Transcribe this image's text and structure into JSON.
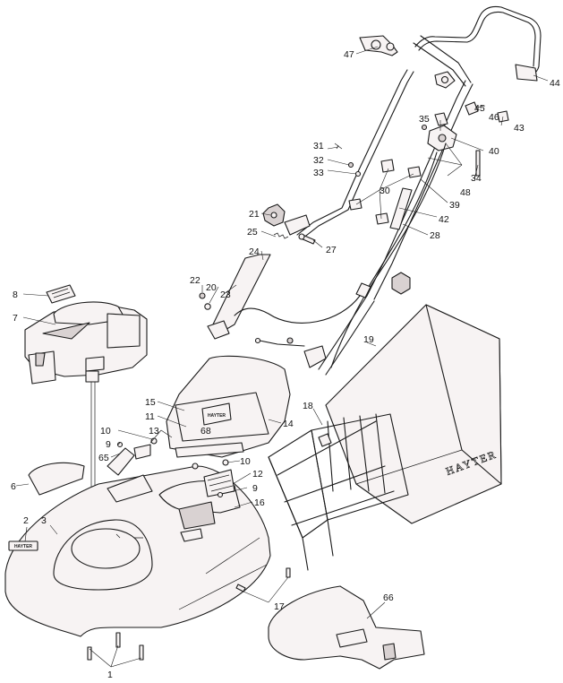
{
  "callouts": {
    "c1": "1",
    "c2": "2",
    "c3": "3",
    "c6": "6",
    "c7": "7",
    "c8": "8",
    "c9a": "9",
    "c9b": "9",
    "c10a": "10",
    "c10b": "10",
    "c11": "11",
    "c12": "12",
    "c13": "13",
    "c14": "14",
    "c15": "15",
    "c16": "16",
    "c17": "17",
    "c18": "18",
    "c19": "19",
    "c20": "20",
    "c21": "21",
    "c22": "22",
    "c23": "23",
    "c24": "24",
    "c25": "25",
    "c27": "27",
    "c28": "28",
    "c30": "30",
    "c31": "31",
    "c32": "32",
    "c33": "33",
    "c34": "34",
    "c35": "35",
    "c39": "39",
    "c40": "40",
    "c42": "42",
    "c43": "43",
    "c44": "44",
    "c45": "45",
    "c46": "46",
    "c47": "47",
    "c48": "48",
    "c65": "65",
    "c66": "66",
    "c68": "68"
  },
  "labels": {
    "catcher_brand": "HAYTER",
    "badge_text": "HAYTER",
    "flap_text": "HAYTER"
  }
}
